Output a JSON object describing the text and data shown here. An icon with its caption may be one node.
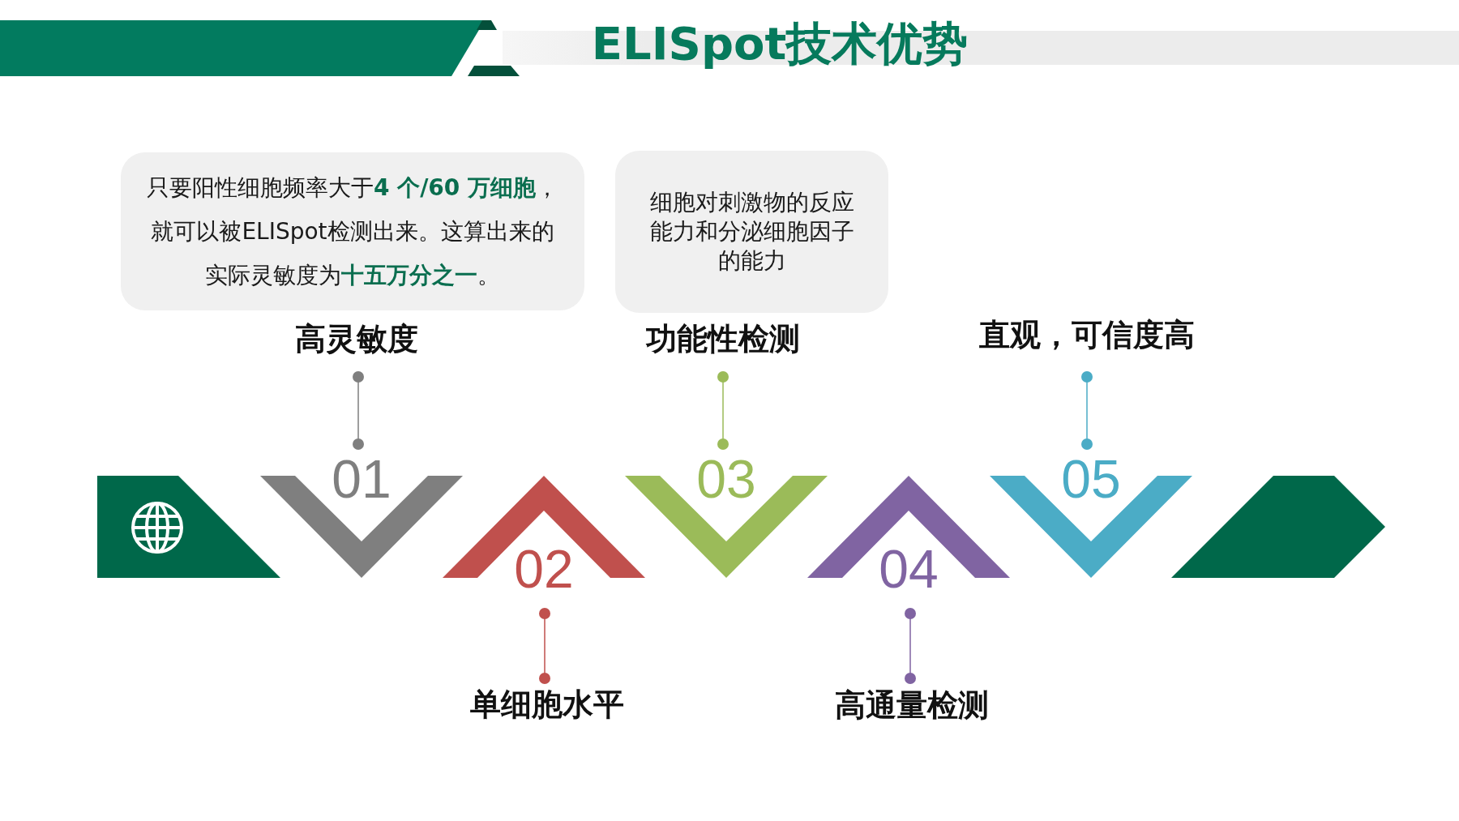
{
  "diagram": {
    "title": "ELISpot技术优势",
    "nodes": [
      {
        "text": [
          "只要阳性细胞频率大于**4 个/60 万细胞**，就可以被ELISpot检测出来。这算出来的实际灵敏度为**十五万分之一**。"
        ]
      },
      {
        "text": [
          "细胞对刺激物的反应能力和分泌细胞因子的能力"
        ]
      },
      {
        "text": [
          "高灵敏度"
        ]
      },
      {
        "text": [
          "功能性检测"
        ]
      },
      {
        "text": [
          "直观，可信度高"
        ]
      },
      {
        "text": [],
        "shape": "box"
      },
      {
        "text": [
          "01"
        ]
      },
      {
        "text": [
          "02"
        ]
      },
      {
        "text": [
          "03"
        ]
      },
      {
        "text": [
          "04"
        ]
      },
      {
        "text": [
          "05"
        ]
      },
      {
        "text": [],
        "shape": "arrow"
      },
      {
        "text": [
          "单细胞水平"
        ]
      },
      {
        "text": [
          "高通量检测"
        ]
      }
    ],
    "edges": [
      {
        "from": 2,
        "to": 6,
        "arrow": "other",
        "color": "#7f7f7f"
      },
      {
        "from": 12,
        "to": 7,
        "arrow": "other",
        "color": "#c0504d"
      },
      {
        "from": 3,
        "to": 8,
        "arrow": "other",
        "color": "#9bbb59"
      },
      {
        "from": 13,
        "to": 9,
        "arrow": "other",
        "color": "#8064a2"
      },
      {
        "from": 4,
        "to": 10,
        "arrow": "other",
        "color": "#4bacc6"
      }
    ]
  }
}
